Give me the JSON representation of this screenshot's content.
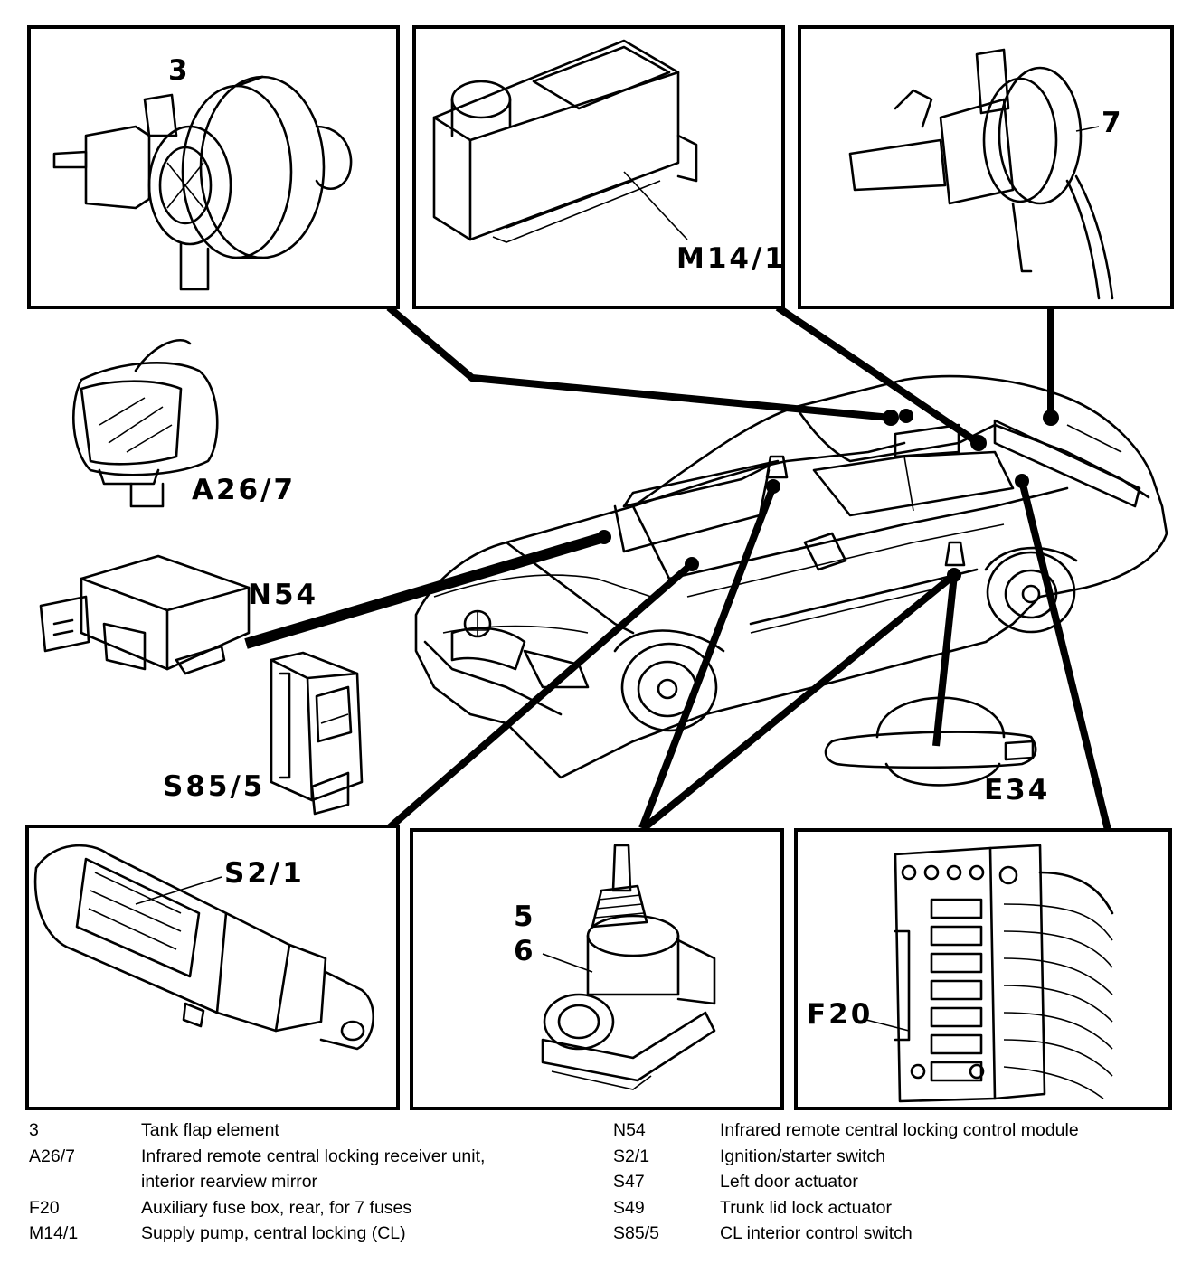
{
  "diagram": {
    "callouts": {
      "tank_flap": "3",
      "supply_pump": "M14/1",
      "trunk_lock_part": "7",
      "receiver_mirror": "A26/7",
      "control_module": "N54",
      "interior_switch": "S85/5",
      "door_handle": "E34",
      "ignition_switch": "S2/1",
      "door_actuator_5": "5",
      "door_actuator_6": "6",
      "fuse_box": "F20"
    }
  },
  "legend": {
    "left": [
      {
        "code": "3",
        "lines": [
          "Tank flap element"
        ]
      },
      {
        "code": "A26/7",
        "lines": [
          "Infrared remote central locking receiver unit,",
          "interior rearview mirror"
        ]
      },
      {
        "code": "F20",
        "lines": [
          "Auxiliary fuse box, rear, for 7 fuses"
        ]
      },
      {
        "code": "M14/1",
        "lines": [
          "Supply pump, central locking (CL)"
        ]
      }
    ],
    "right": [
      {
        "code": "N54",
        "lines": [
          "Infrared remote central locking control module"
        ]
      },
      {
        "code": "S2/1",
        "lines": [
          "Ignition/starter switch"
        ]
      },
      {
        "code": "S47",
        "lines": [
          "Left door actuator"
        ]
      },
      {
        "code": "S49",
        "lines": [
          "Trunk lid lock actuator"
        ]
      },
      {
        "code": "S85/5",
        "lines": [
          "CL interior control switch"
        ]
      }
    ]
  }
}
